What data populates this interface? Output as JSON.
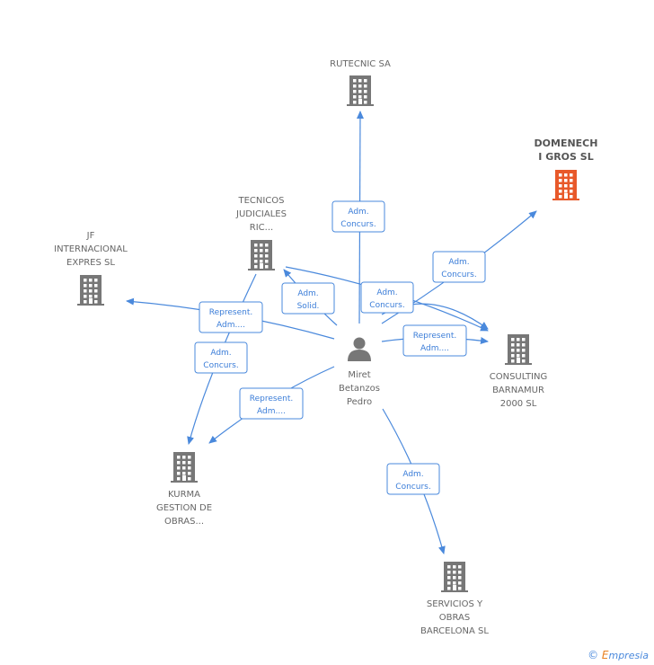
{
  "center": {
    "id": "person",
    "label": [
      "Miret",
      "Betanzos",
      "Pedro"
    ]
  },
  "nodes": [
    {
      "id": "rutecnic",
      "label": [
        "RUTECNIC SA"
      ],
      "highlight": false
    },
    {
      "id": "domenech",
      "label": [
        "DOMENECH",
        "I GROS SL"
      ],
      "highlight": true
    },
    {
      "id": "tecnicos",
      "label": [
        "TECNICOS",
        "JUDICIALES",
        "RIC..."
      ],
      "highlight": false
    },
    {
      "id": "jf",
      "label": [
        "JF",
        "INTERNACIONAL",
        "EXPRES SL"
      ],
      "highlight": false
    },
    {
      "id": "consulting",
      "label": [
        "CONSULTING",
        "BARNAMUR",
        "2000  SL"
      ],
      "highlight": false
    },
    {
      "id": "kurma",
      "label": [
        "KURMA",
        "GESTION DE",
        "OBRAS..."
      ],
      "highlight": false
    },
    {
      "id": "servicios",
      "label": [
        "SERVICIOS Y",
        "OBRAS",
        "BARCELONA SL"
      ],
      "highlight": false
    }
  ],
  "edges": [
    {
      "id": "e-rutecnic",
      "label": [
        "Adm.",
        "Concurs."
      ]
    },
    {
      "id": "e-domenech",
      "label": [
        "Adm.",
        "Concurs."
      ]
    },
    {
      "id": "e-tecnicos",
      "label": [
        "Adm.",
        "Solid."
      ]
    },
    {
      "id": "e-consulting-1",
      "label": [
        "Adm.",
        "Concurs."
      ]
    },
    {
      "id": "e-consulting-2",
      "label": [
        "Represent.",
        "Adm...."
      ]
    },
    {
      "id": "e-jf",
      "label": [
        "Represent.",
        "Adm...."
      ]
    },
    {
      "id": "e-kurma-1",
      "label": [
        "Adm.",
        "Concurs."
      ]
    },
    {
      "id": "e-kurma-2",
      "label": [
        "Represent.",
        "Adm...."
      ]
    },
    {
      "id": "e-servicios",
      "label": [
        "Adm.",
        "Concurs."
      ]
    }
  ],
  "colors": {
    "edge": "#4a89dc",
    "building": "#777777",
    "building_highlight": "#e8592a",
    "person": "#777777"
  },
  "footer": {
    "copyright_symbol": "©",
    "brand_initial": "E",
    "brand_rest": "mpresia"
  }
}
